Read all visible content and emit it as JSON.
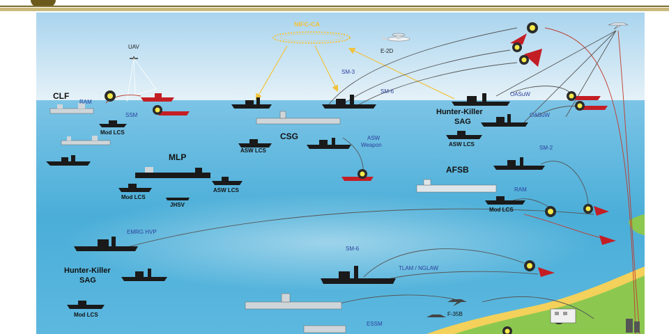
{
  "colors": {
    "sky_top": "#cfe6f3",
    "sea": "#4aaed8",
    "sea_deep": "#3b9fcf",
    "land": "#8cc850",
    "sand": "#f3d15a",
    "ship_dark": "#1a1a1a",
    "enemy_red": "#c41e25",
    "label_blue": "#2b3f9c",
    "link_yellow": "#f2c23a",
    "trajectory_red": "#c0392b",
    "trajectory_gray": "#555555"
  },
  "labels": {
    "nifc_ca": "NIFC-CA",
    "e2d": "E-2D",
    "uav": "UAV",
    "clf": "CLF",
    "ram_left": "RAM",
    "ssm": "SSM",
    "mod_lcs_1": "Mod LCS",
    "sm3": "SM-3",
    "sm6_top": "SM-6",
    "csg": "CSG",
    "asw_lcs_1": "ASW LCS",
    "asw_weapon": "ASW\nWeapon",
    "mlp": "MLP",
    "mod_lcs_2": "Mod LCS",
    "asw_lcs_2": "ASW LCS",
    "jhsv": "JHSV",
    "hunter_killer_right": "Hunter-Killer\nSAG",
    "oasuw_1": "OASuW",
    "oasuw_2": "OASuW",
    "asw_lcs_3": "ASW LCS",
    "sm2": "SM-2",
    "afsb": "AFSB",
    "ram_right": "RAM",
    "mod_lcs_3": "Mod LCS",
    "emrg_hvp": "EMRG HVP",
    "sm6_bottom": "SM-6",
    "tlam": "TLAM / NGLAW",
    "hunter_killer_left": "Hunter-Killer\nSAG",
    "mod_lcs_4": "Mod LCS",
    "f35b": "F-35B",
    "essm": "ESSM"
  }
}
